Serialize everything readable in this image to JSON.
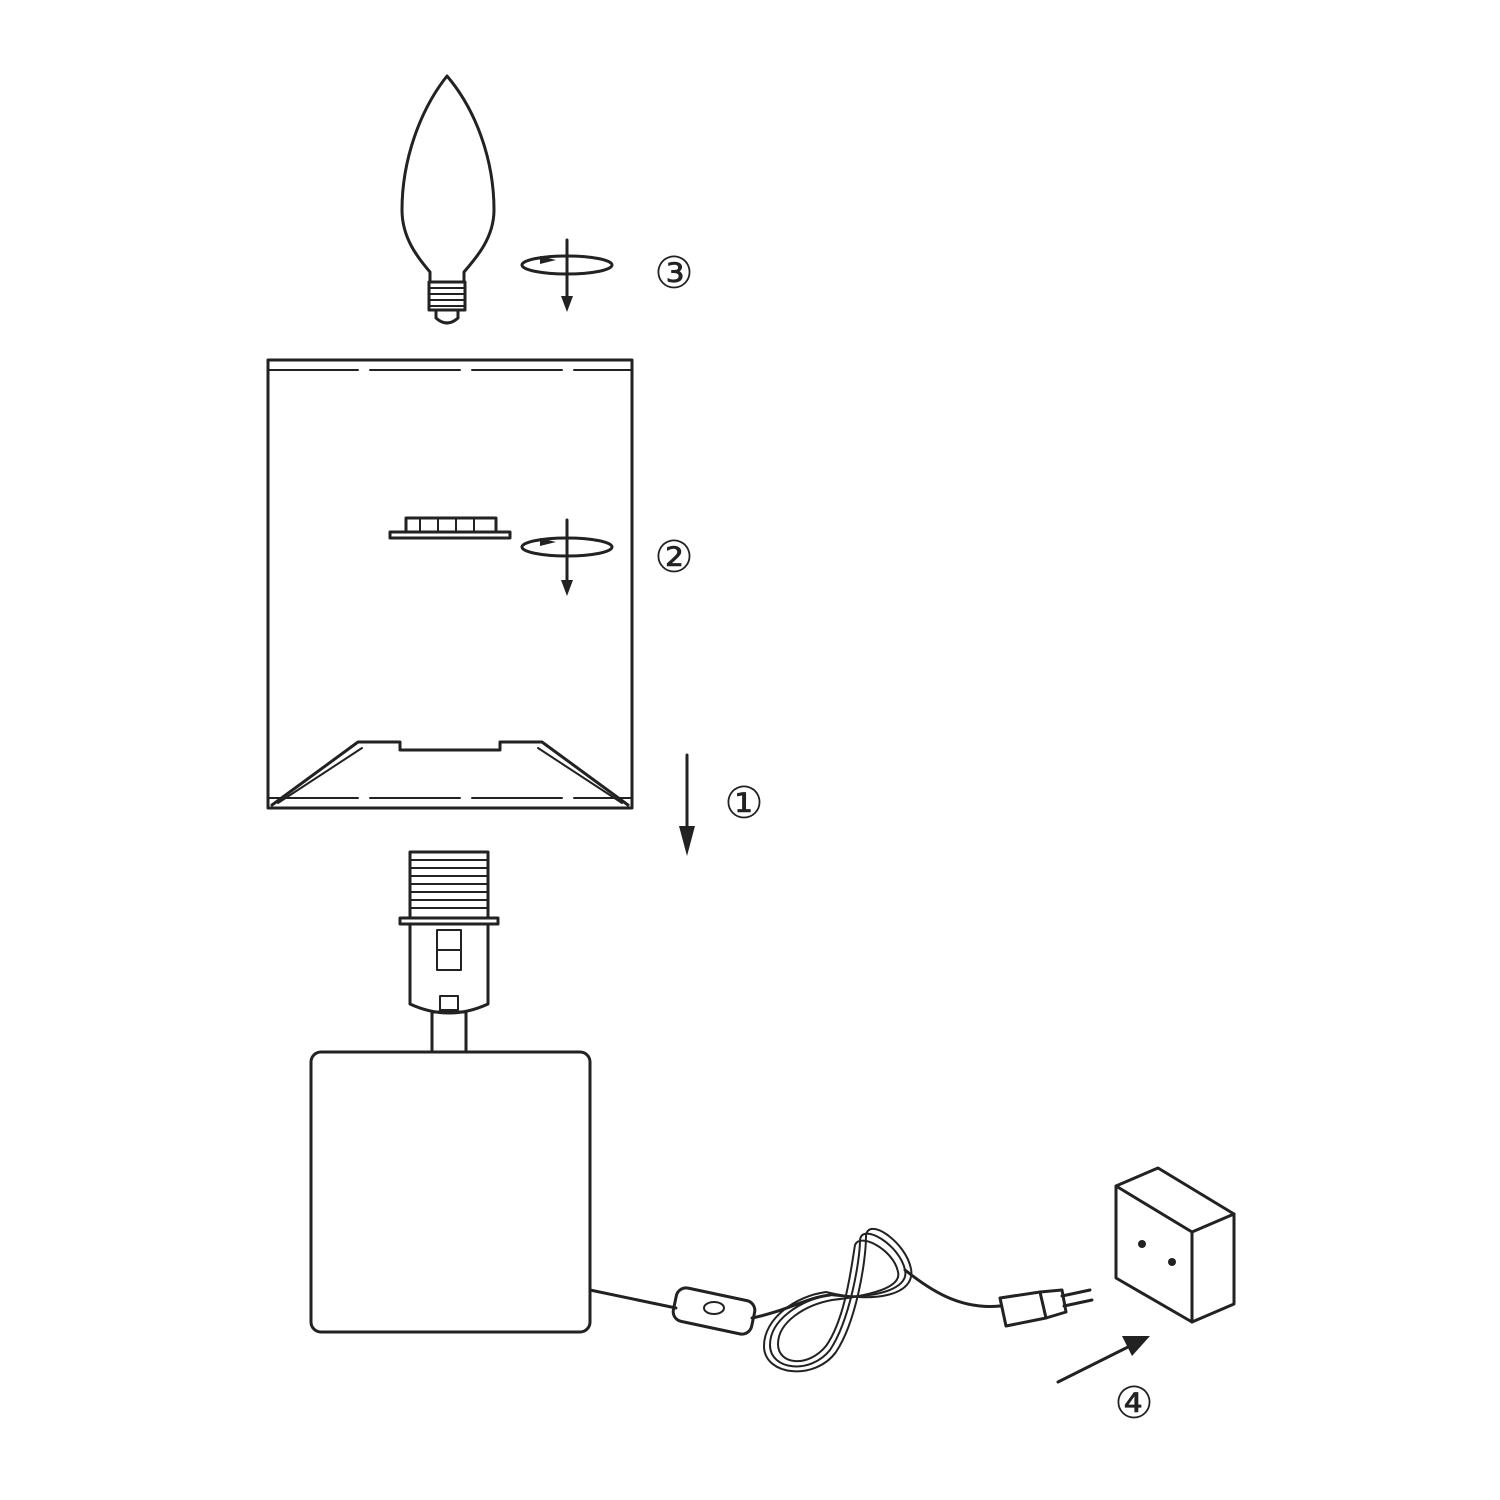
{
  "steps": [
    {
      "label": "①"
    },
    {
      "label": "②"
    },
    {
      "label": "③"
    },
    {
      "label": "④"
    }
  ],
  "colors": {
    "line": "#222222",
    "background": "#ffffff"
  }
}
